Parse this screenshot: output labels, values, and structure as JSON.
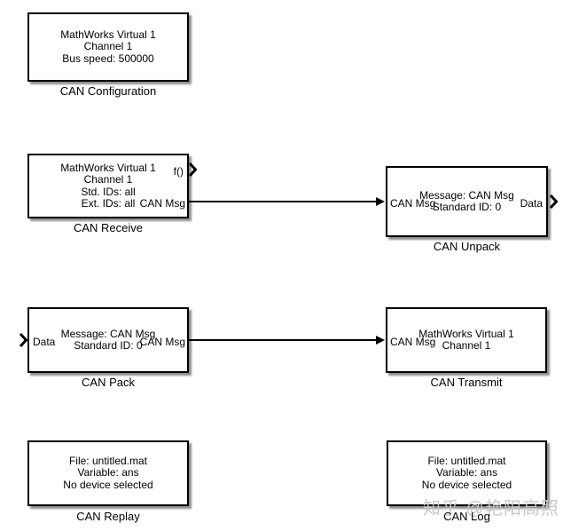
{
  "diagram": {
    "title": "Simulink CAN communication block diagram",
    "watermark": "知乎 @艳阳高照",
    "colors": {
      "background": "#ffffff",
      "block_fill": "#ffffff",
      "block_border": "#000000",
      "block_shadow": "#8d8d8d",
      "text": "#000000",
      "wire": "#000000",
      "watermark": "#c8c8c8"
    },
    "blocks": {
      "config": {
        "label": "CAN Configuration",
        "lines": [
          "MathWorks Virtual 1",
          "Channel 1",
          "Bus speed: 500000"
        ]
      },
      "receive": {
        "label": "CAN Receive",
        "lines": [
          "MathWorks Virtual 1",
          "Channel 1",
          "Std. IDs: all",
          "Ext. IDs: all"
        ],
        "ports": {
          "function_out": "f()",
          "msg_out": "CAN Msg"
        }
      },
      "unpack": {
        "label": "CAN Unpack",
        "lines": [
          "Message: CAN Msg",
          "Standard ID: 0"
        ],
        "ports": {
          "msg_in": "CAN Msg",
          "data_out": "Data"
        }
      },
      "pack": {
        "label": "CAN Pack",
        "lines": [
          "Message: CAN Msg",
          "Standard ID: 0"
        ],
        "ports": {
          "data_in": "Data",
          "msg_out": "CAN Msg"
        }
      },
      "transmit": {
        "label": "CAN Transmit",
        "lines": [
          "MathWorks Virtual 1",
          "Channel 1"
        ],
        "ports": {
          "msg_in": "CAN Msg"
        }
      },
      "replay": {
        "label": "CAN Replay",
        "lines": [
          "File: untitled.mat",
          "Variable: ans",
          "No device selected"
        ]
      },
      "log": {
        "label": "CAN Log",
        "lines": [
          "File: untitled.mat",
          "Variable: ans",
          "No device selected"
        ]
      }
    },
    "connections": [
      {
        "from": "CAN Receive / CAN Msg",
        "to": "CAN Unpack / CAN Msg"
      },
      {
        "from": "CAN Pack / CAN Msg",
        "to": "CAN Transmit / CAN Msg"
      }
    ]
  }
}
